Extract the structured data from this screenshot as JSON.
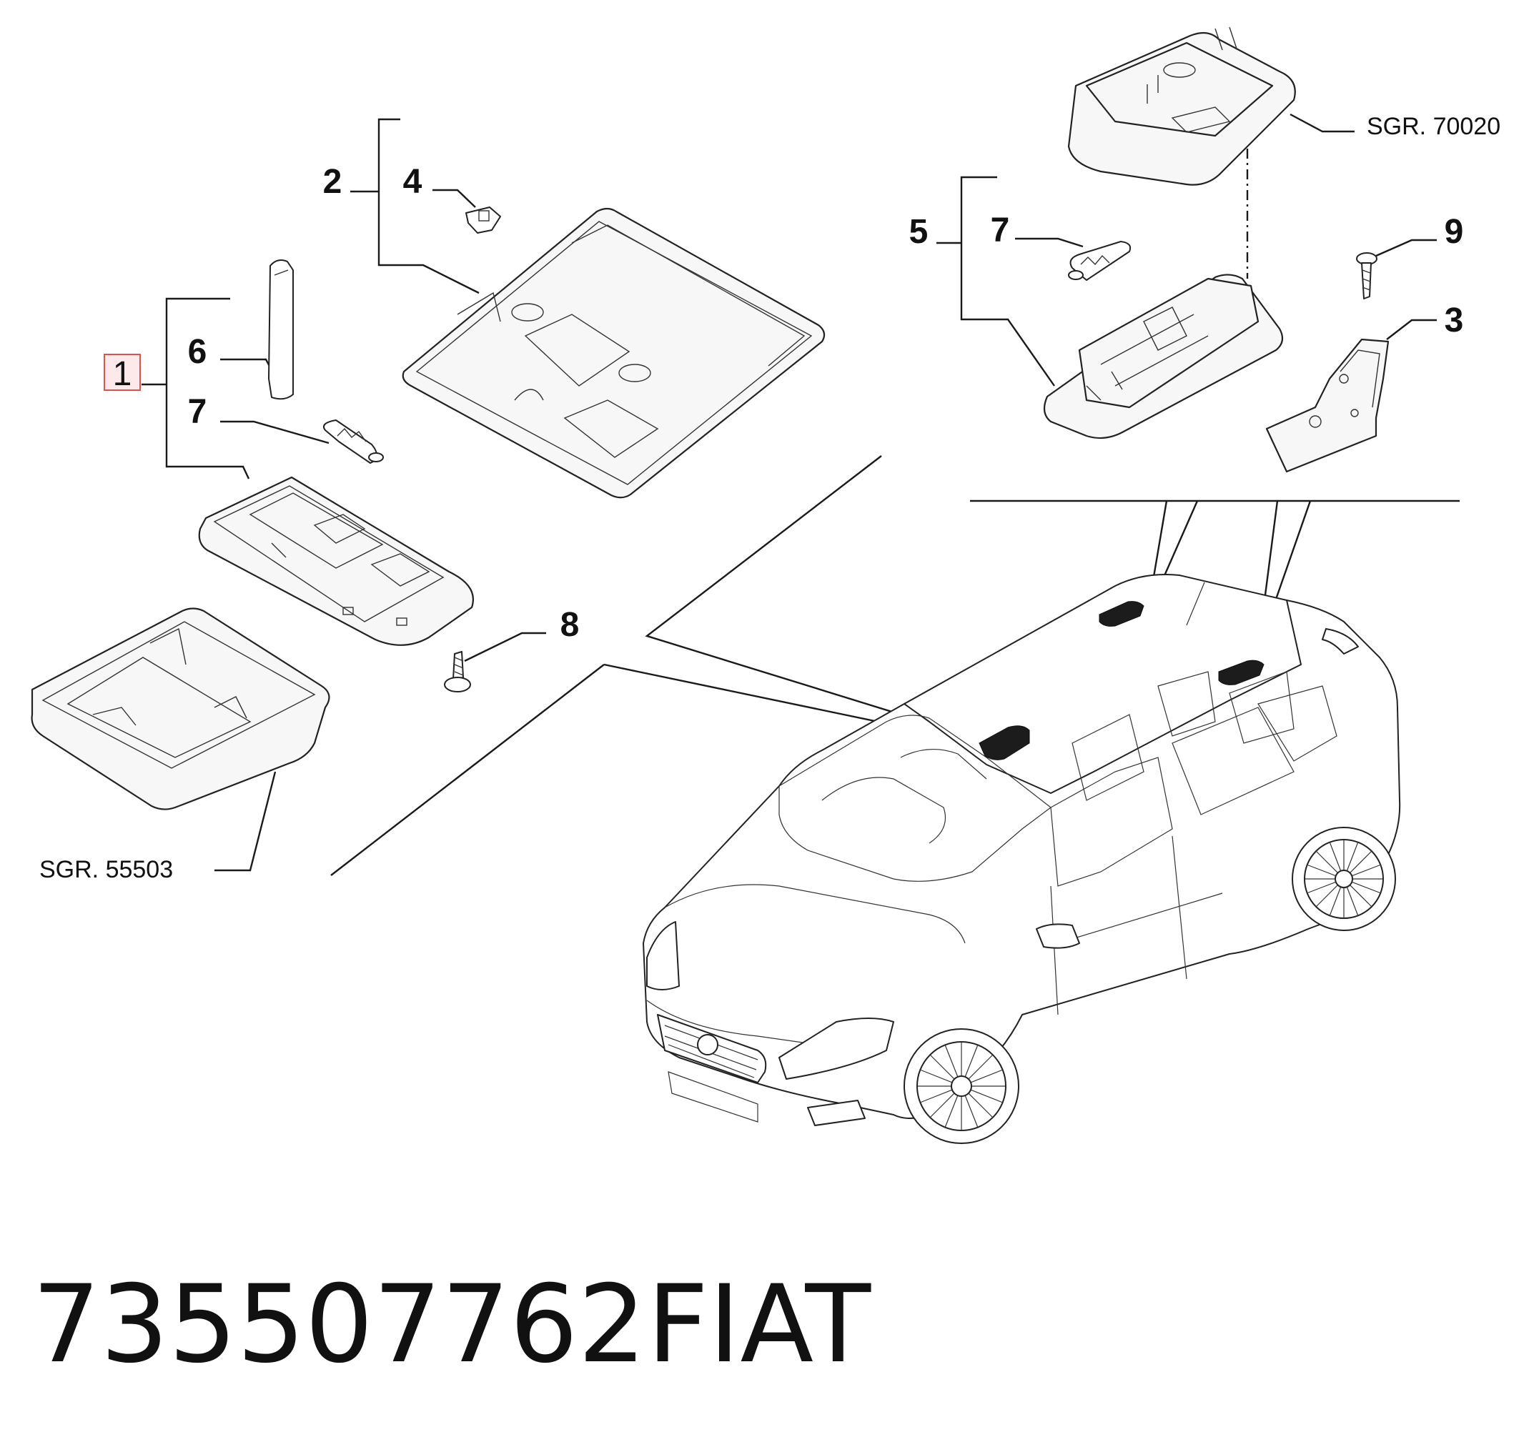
{
  "diagram": {
    "callouts": [
      {
        "id": "1",
        "label": "1",
        "highlighted": true
      },
      {
        "id": "2",
        "label": "2"
      },
      {
        "id": "3",
        "label": "3"
      },
      {
        "id": "4",
        "label": "4"
      },
      {
        "id": "5",
        "label": "5"
      },
      {
        "id": "6",
        "label": "6"
      },
      {
        "id": "7a",
        "label": "7"
      },
      {
        "id": "7b",
        "label": "7"
      },
      {
        "id": "8",
        "label": "8"
      },
      {
        "id": "9",
        "label": "9"
      }
    ],
    "references": [
      {
        "id": "sgr-55503",
        "label": "SGR. 55503"
      },
      {
        "id": "sgr-70020",
        "label": "SGR. 70020"
      }
    ],
    "part_number": "735507762",
    "brand": "FIAT",
    "colors": {
      "highlight_border": "#d9534f",
      "highlight_fill": "#fde8ea",
      "line": "#1a1a1a",
      "text": "#111111"
    }
  }
}
